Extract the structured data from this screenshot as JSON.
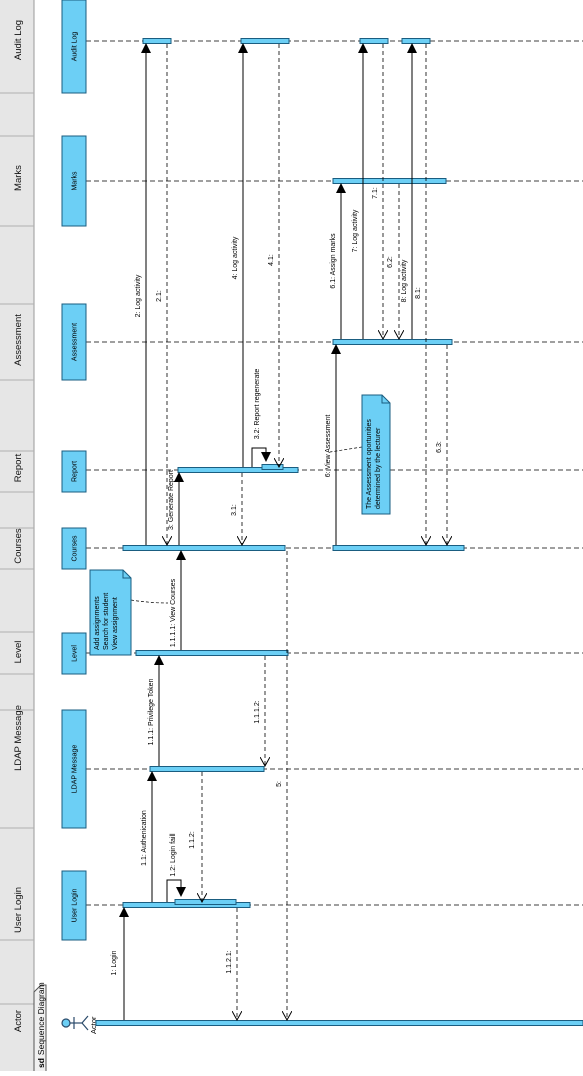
{
  "tab_label": "Sequence Diagram",
  "tab_prefix": "sd",
  "colors": {
    "box_fill": "#6ccff5",
    "box_stroke": "#1a5d80",
    "note_fill": "#6ccff5",
    "strip": "#e2e2e2",
    "line": "#000000"
  },
  "swimlane_headers": [
    "Actor",
    "User Login",
    "LDAP Message",
    "Level",
    "Courses",
    "Report",
    "Assessment",
    "Marks",
    "Audit Log"
  ],
  "lifelines": [
    {
      "id": "actor",
      "label": "Actor",
      "kind": "actor"
    },
    {
      "id": "userlogin",
      "label": "User Login"
    },
    {
      "id": "ldap",
      "label": "LDAP Message"
    },
    {
      "id": "level",
      "label": "Level"
    },
    {
      "id": "courses",
      "label": "Courses"
    },
    {
      "id": "report",
      "label": "Report"
    },
    {
      "id": "assessment",
      "label": "Assessment"
    },
    {
      "id": "marks",
      "label": "Marks"
    },
    {
      "id": "audit",
      "label": "Audit Log"
    }
  ],
  "messages": [
    {
      "label": "1: Login",
      "from": "actor",
      "to": "userlogin",
      "type": "call"
    },
    {
      "label": "1.1: Authenication",
      "from": "userlogin",
      "to": "ldap",
      "type": "call"
    },
    {
      "label": "1.2: Login faill",
      "from": "userlogin",
      "to": "userlogin",
      "type": "self"
    },
    {
      "label": "1.1.2:",
      "from": "ldap",
      "to": "userlogin",
      "type": "return"
    },
    {
      "label": "1.1.2.1:",
      "from": "userlogin",
      "to": "actor",
      "type": "return"
    },
    {
      "label": "1.1.1: Privilege Token",
      "from": "ldap",
      "to": "level",
      "type": "call"
    },
    {
      "label": "1.1.1.2:",
      "from": "level",
      "to": "ldap",
      "type": "return"
    },
    {
      "label": "1.1.1.1: View Courses",
      "from": "level",
      "to": "courses",
      "type": "call"
    },
    {
      "label": "2: Log activity",
      "from": "courses",
      "to": "audit",
      "type": "call"
    },
    {
      "label": "2.1:",
      "from": "audit",
      "to": "courses",
      "type": "return"
    },
    {
      "label": "3: Generate Report",
      "from": "courses",
      "to": "report",
      "type": "call"
    },
    {
      "label": "3.2: Report regenerate",
      "from": "report",
      "to": "report",
      "type": "self"
    },
    {
      "label": "3.1:",
      "from": "report",
      "to": "courses",
      "type": "return"
    },
    {
      "label": "4: Log activity",
      "from": "report",
      "to": "audit",
      "type": "call"
    },
    {
      "label": "4.1:",
      "from": "audit",
      "to": "report",
      "type": "return"
    },
    {
      "label": "5:",
      "from": "courses",
      "to": "actor",
      "type": "return"
    },
    {
      "label": "6: View Assessment",
      "from": "courses",
      "to": "assessment",
      "type": "call"
    },
    {
      "label": "6.1: Assign marks",
      "from": "assessment",
      "to": "marks",
      "type": "call"
    },
    {
      "label": "7: Log activity",
      "from": "assessment",
      "to": "audit",
      "type": "call"
    },
    {
      "label": "7.1:",
      "from": "audit",
      "to": "assessment",
      "type": "return"
    },
    {
      "label": "6.2:",
      "from": "marks",
      "to": "assessment",
      "type": "return"
    },
    {
      "label": "8: Log activity",
      "from": "assessment",
      "to": "audit",
      "type": "call"
    },
    {
      "label": "8.1:",
      "from": "audit",
      "to": "courses",
      "type": "return"
    },
    {
      "label": "6.3:",
      "from": "assessment",
      "to": "courses",
      "type": "return"
    }
  ],
  "notes": [
    {
      "lines": [
        "Add assignments",
        "Search for student",
        "View assignment"
      ]
    },
    {
      "lines": [
        "The Assessment oportunities",
        "determined by the lecturer"
      ]
    }
  ]
}
